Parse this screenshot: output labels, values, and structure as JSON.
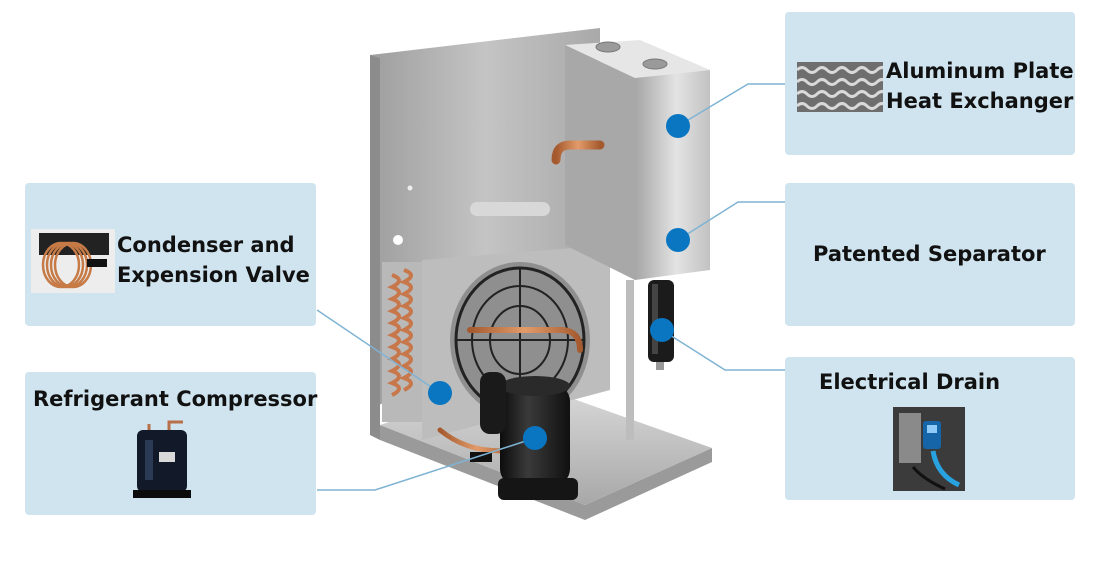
{
  "labels": {
    "heat_exchanger": {
      "line1": "Aluminum Plate",
      "line2": "Heat Exchanger"
    },
    "condenser": {
      "line1": "Condenser and",
      "line2": "Expension Valve"
    },
    "separator": {
      "text": "Patented Separator"
    },
    "compressor": {
      "text": "Refrigerant Compressor"
    },
    "drain": {
      "text": "Electrical Drain"
    }
  },
  "colors": {
    "box_fill": "#cfe4ef",
    "connector_line": "#7fb3d3",
    "marker_dot": "#0a76c1",
    "copper": "#c87a4a",
    "steel": "#c9c9c9"
  },
  "icons": [
    "coil-thumbnail",
    "plate-fins-thumbnail",
    "compressor-thumbnail",
    "drain-valve-thumbnail"
  ]
}
